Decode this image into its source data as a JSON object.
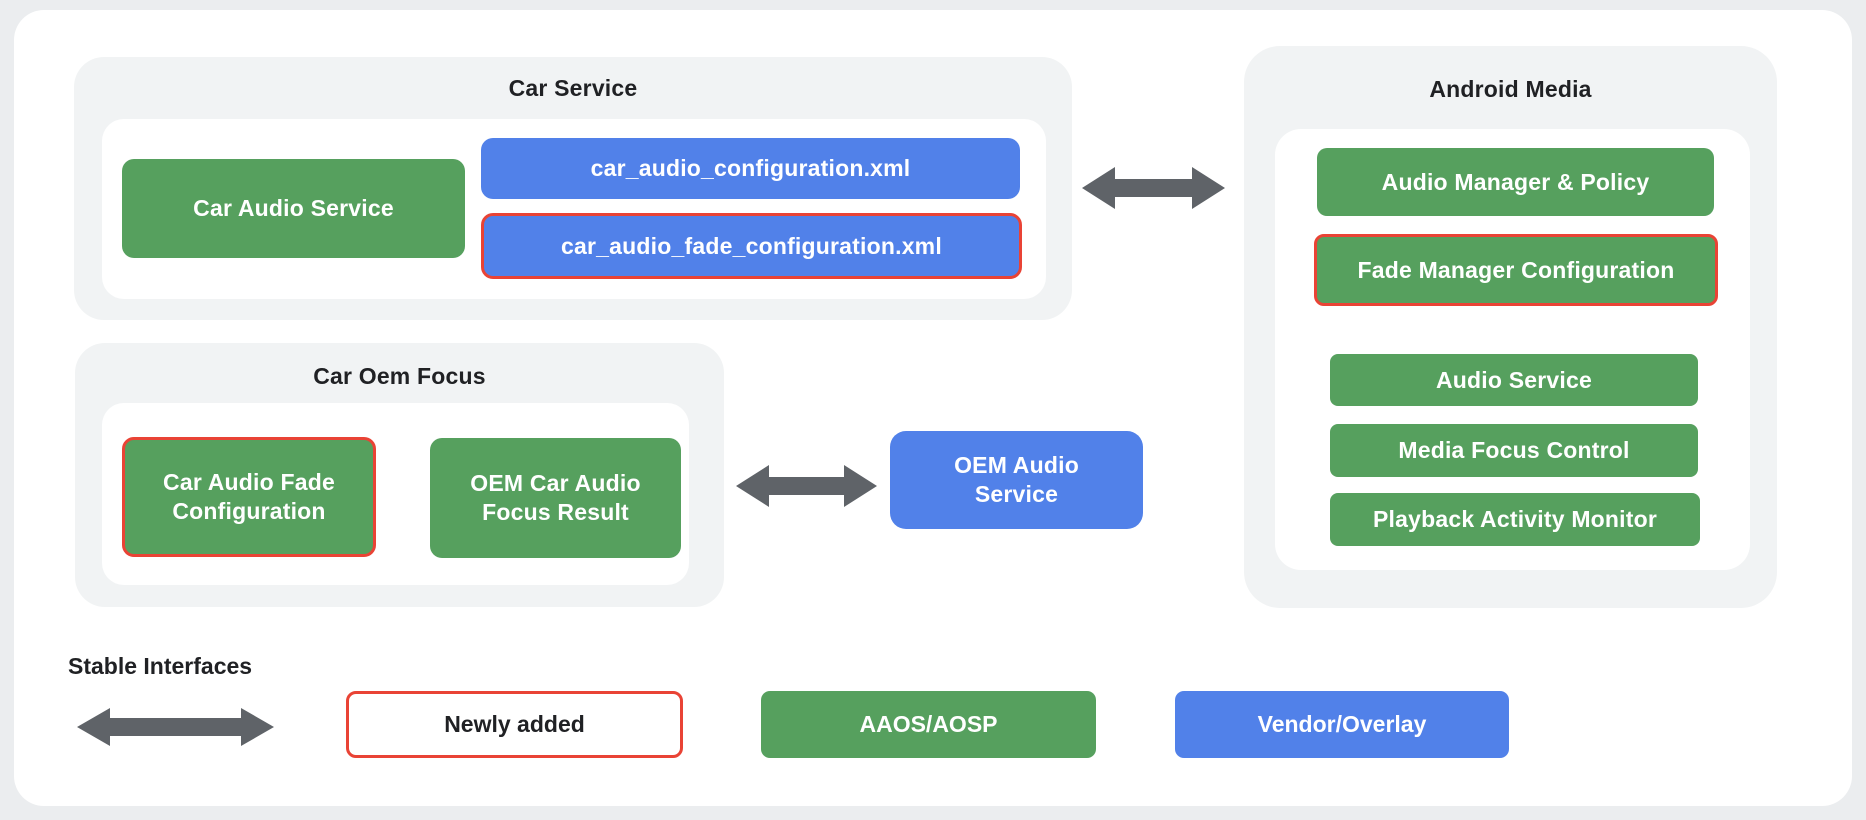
{
  "sections": {
    "car_service": {
      "title": "Car Service",
      "car_audio_service": "Car Audio Service",
      "car_audio_configuration_xml": "car_audio_configuration.xml",
      "car_audio_fade_configuration_xml": "car_audio_fade_configuration.xml"
    },
    "android_media": {
      "title": "Android Media",
      "audio_manager_policy": "Audio Manager & Policy",
      "fade_manager_configuration": "Fade Manager Configuration",
      "audio_service": "Audio Service",
      "media_focus_control": "Media Focus Control",
      "playback_activity_monitor": "Playback Activity Monitor"
    },
    "car_oem_focus": {
      "title": "Car Oem Focus",
      "car_audio_fade_configuration": "Car Audio Fade Configuration",
      "oem_car_audio_focus_result": "OEM Car Audio Focus Result"
    },
    "oem_audio_service": "OEM Audio Service"
  },
  "legend": {
    "stable_interfaces": "Stable Interfaces",
    "newly_added": "Newly added",
    "aaos_aosp": "AAOS/AOSP",
    "vendor_overlay": "Vendor/Overlay"
  },
  "colors": {
    "aaos_green": "#56a05e",
    "vendor_blue": "#5181e9",
    "newly_added_red": "#e94335",
    "arrow_gray": "#5f6368",
    "section_gray": "#f1f3f4",
    "card_white": "#ffffff",
    "page_background": "#ebedef",
    "title_text": "#202124"
  }
}
